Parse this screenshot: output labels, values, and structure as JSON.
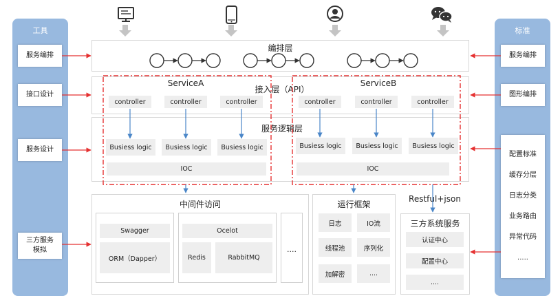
{
  "colors": {
    "sidebar": "#98b9df",
    "arrow_red": "#e53030",
    "arrow_blue": "#4a86c8",
    "dash_red": "#e53030",
    "box_gray": "#eeeeee"
  },
  "top_icons": [
    "monitor-icon",
    "phone-icon",
    "user-icon",
    "chat-icon"
  ],
  "left_sidebar": {
    "title": "工具",
    "items": [
      "服务编排",
      "接口设计",
      "服务设计",
      "三方服务\n模拟"
    ]
  },
  "right_sidebar": {
    "title": "标准",
    "items": [
      "服务编排",
      "图形编排"
    ],
    "standards": [
      "配置标准",
      "缓存分层",
      "日志分类",
      "业务路由",
      "异常代码",
      "....."
    ]
  },
  "orchestration": {
    "title": "编排层"
  },
  "access_layer": {
    "title": "接入层（API）"
  },
  "service_a": {
    "title": "ServiceA",
    "controllers": [
      "controller",
      "controller",
      "controller"
    ],
    "logic": [
      "Busiess logic",
      "Busiess logic",
      "Busiess logic"
    ],
    "ioc": "IOC"
  },
  "service_b": {
    "title": "ServiceB",
    "controllers": [
      "controller",
      "controller",
      "controller"
    ],
    "logic": [
      "Busiess logic",
      "Busiess logic",
      "Busiess logic"
    ],
    "ioc": "IOC"
  },
  "logic_layer": {
    "title": "服务逻辑层"
  },
  "middleware": {
    "title": "中间件访问",
    "swagger": "Swagger",
    "orm": "ORM（Dapper）",
    "ocelot": "Ocelot",
    "redis": "Redis",
    "rabbitmq": "RabbitMQ",
    "more": "...."
  },
  "runtime": {
    "title": "运行框架",
    "items": [
      "日志",
      "IO流",
      "线程池",
      "序列化",
      "加解密",
      "...."
    ]
  },
  "third_party": {
    "restful": "Restful+json",
    "title": "三方系统服务",
    "items": [
      "认证中心",
      "配置中心",
      "...."
    ]
  }
}
